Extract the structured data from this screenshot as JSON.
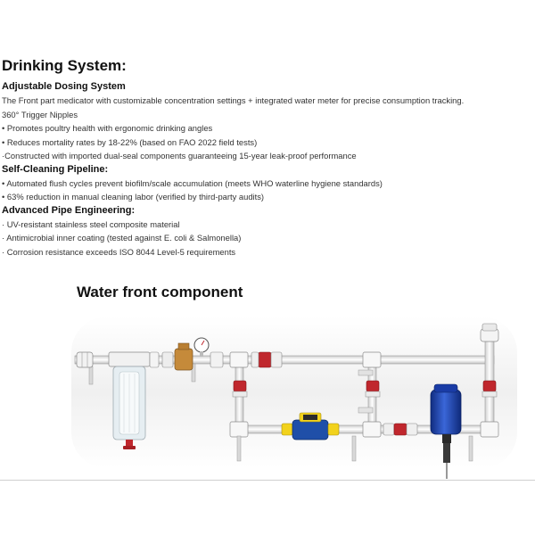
{
  "document": {
    "title": "Drinking System:",
    "sections": [
      {
        "heading": "Adjustable Dosing System",
        "lines": [
          "The Front part medicator with customizable concentration settings + integrated water meter for precise consumption tracking.",
          "360° Trigger Nipples",
          "• Promotes poultry health with ergonomic drinking angles",
          "• Reduces mortality rates by 18-22% (based on FAO 2022 field tests)",
          "·Constructed with imported dual-seal components guaranteeing 15-year leak-proof performance"
        ]
      },
      {
        "heading": "Self-Cleaning Pipeline:",
        "lines": [
          "• Automated flush cycles prevent biofilm/scale accumulation (meets WHO waterline hygiene standards)",
          "• 63% reduction in manual cleaning labor (verified by third-party audits)"
        ]
      },
      {
        "heading": "Advanced Pipe Engineering:",
        "lines": [
          "· UV-resistant stainless steel composite material",
          "· Antimicrobial inner coating (tested against E. coli & Salmonella)",
          "· Corrosion resistance exceeds ISO 8044 Level-5 requirements"
        ]
      }
    ]
  },
  "figure": {
    "title": "Water front component"
  },
  "colors": {
    "pipe": "#f2f2f2",
    "pipe_edge": "#9a9a9a",
    "valve_red": "#c0272d",
    "meter_blue": "#1f4fa8",
    "connector_yellow": "#f2d21c",
    "filter_clear": "#e6eef2",
    "medicator_blue": "#1d43b8",
    "brass": "#c58a3a"
  }
}
